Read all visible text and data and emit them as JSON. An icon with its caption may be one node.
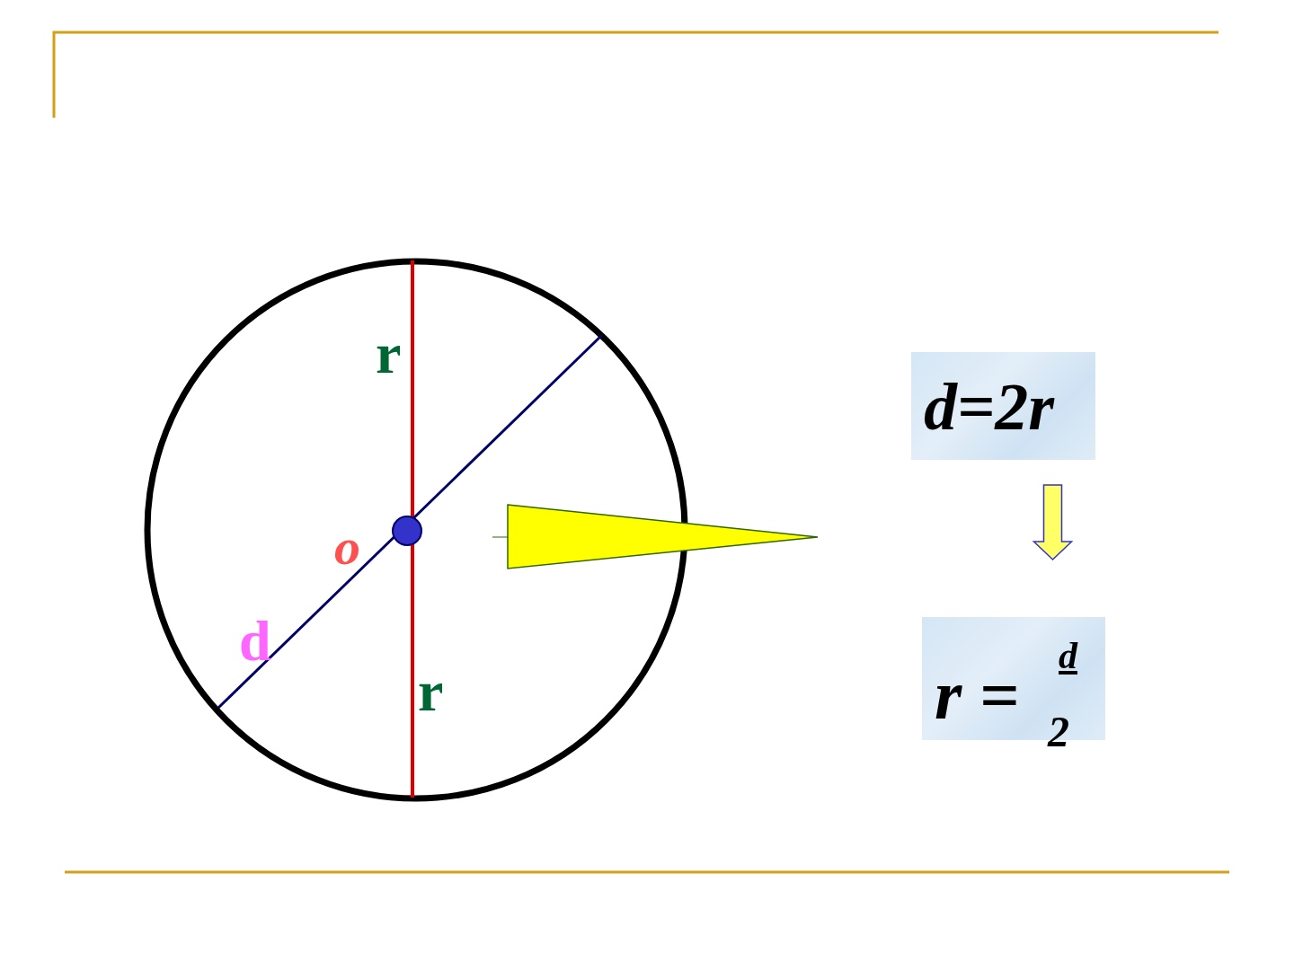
{
  "diagram": {
    "nodes": [
      {
        "text": [
          "d=2r"
        ]
      },
      {
        "text": [
          "r =",
          "d",
          "2"
        ]
      }
    ],
    "edges": [
      {
        "from": 0,
        "to": 1,
        "arrow": "to"
      }
    ],
    "labels": [
      "r",
      "o",
      "d",
      "r"
    ]
  }
}
